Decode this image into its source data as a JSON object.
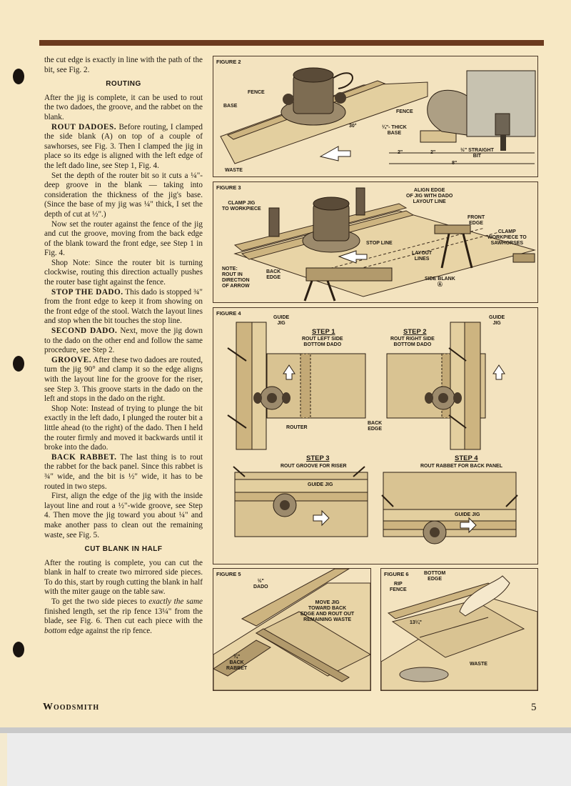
{
  "text": {
    "p0": "the cut edge is exactly in line with the path of the bit, see Fig. 2.",
    "h_routing": "ROUTING",
    "p1": "After the jig is complete, it can be used to rout the two dadoes, the groove, and the rabbet on the blank.",
    "p2_lead": "ROUT DADOES.",
    "p2": " Before routing, I clamped the side blank (A) on top of a couple of sawhorses, see Fig. 3. Then I clamped the jig in place so its edge is aligned with the left edge of the left dado line, see Step 1, Fig. 4.",
    "p3": "Set the depth of the router bit so it cuts a ¼\"-deep groove in the blank — taking into consideration the thickness of the jig's base. (Since the base of my jig was ¼\" thick, I set the depth of cut at ½\".)",
    "p4": "Now set the router against the fence of the jig and cut the groove, moving from the back edge of the blank toward the front edge, see Step 1 in Fig. 4.",
    "p5": "Shop Note: Since the router bit is turning clockwise, routing this direction actually pushes the router base tight against the fence.",
    "p6_lead": "STOP THE DADO.",
    "p6": " This dado is stopped ¾\" from the front edge to keep it from showing on the front edge of the stool. Watch the layout lines and stop when the bit touches the stop line.",
    "p7_lead": "SECOND DADO.",
    "p7": " Next, move the jig down to the dado on the other end and follow the same procedure, see Step 2.",
    "p8_lead": "GROOVE.",
    "p8": " After these two dadoes are routed, turn the jig 90° and clamp it so the edge aligns with the layout line for the groove for the riser, see Step 3. This groove starts in the dado on the left and stops in the dado on the right.",
    "p9": "Shop Note: Instead of trying to plunge the bit exactly in the left dado, I plunged the router bit a little ahead (to the right) of the dado. Then I held the router firmly and moved it backwards until it broke into the dado.",
    "p10_lead": "BACK RABBET.",
    "p10": " The last thing is to rout the rabbet for the back panel. Since this rabbet is ¾\" wide, and the bit is ½\" wide, it has to be routed in two steps.",
    "p11": "First, align the edge of the jig with the inside layout line and rout a ½\"-wide groove, see Step 4. Then move the jig toward you about ¼\" and make another pass to clean out the remaining waste, see Fig. 5.",
    "h_cut": "CUT BLANK IN HALF",
    "p12": "After the routing is complete, you can cut the blank in half to create two mirrored side pieces. To do this, start by rough cutting the blank in half with the miter gauge on the table saw.",
    "p13_a": "To get the two side pieces to ",
    "p13_em": "exactly the same",
    "p13_b": " finished length, set the rip fence 13¼\" from the blade, see Fig. 6. Then cut each piece with the ",
    "p13_em2": "bottom",
    "p13_c": " edge against the rip fence."
  },
  "fig2": {
    "label": "FIGURE 2",
    "fence": "FENCE",
    "base": "BASE",
    "angle": "30°",
    "waste": "WASTE",
    "fence_r": "FENCE",
    "thick_base": "¼\"- THICK\nBASE",
    "d1": "2\"",
    "d2": "2\"",
    "d3": "8\"",
    "bit": "½\" STRAIGHT\nBIT"
  },
  "fig3": {
    "label": "FIGURE 3",
    "clamp_jig": "CLAMP JIG\nTO WORKPIECE",
    "align": "ALIGN EDGE\nOF JIG WITH DADO\nLAYOUT LINE",
    "front_edge": "FRONT\nEDGE",
    "clamp_horses": "CLAMP\nWORKPIECE TO\nSAWHORSES",
    "stop_line": "STOP LINE",
    "layout_lines": "LAYOUT\nLINES",
    "note": "NOTE:\nROUT IN\nDIRECTION\nOF ARROW",
    "back_edge": "BACK\nEDGE",
    "side_blank": "SIDE BLANK\nⒶ"
  },
  "fig4": {
    "label": "FIGURE 4",
    "guide_jig_l": "GUIDE\nJIG",
    "guide_jig_r": "GUIDE\nJIG",
    "step1": "STEP 1",
    "step1_sub": "ROUT LEFT SIDE\nBOTTOM DADO",
    "step2": "STEP 2",
    "step2_sub": "ROUT RIGHT SIDE\nBOTTOM DADO",
    "router": "ROUTER",
    "back_edge": "BACK\nEDGE",
    "step3": "STEP 3",
    "step3_sub": "ROUT GROOVE FOR RISER",
    "step4": "STEP 4",
    "step4_sub": "ROUT RABBET FOR BACK PANEL",
    "guide_jig_3": "GUIDE JIG",
    "guide_jig_4": "GUIDE JIG"
  },
  "fig5": {
    "label": "FIGURE 5",
    "dado": "½\"\nDADO",
    "move": "MOVE JIG\nTOWARD BACK\nEDGE AND ROUT OUT\nREMAINING WASTE",
    "rabbet": "¾\"\nBACK\nRABBET"
  },
  "fig6": {
    "label": "FIGURE 6",
    "bottom_edge": "BOTTOM\nEDGE",
    "rip_fence": "RIP\nFENCE",
    "dim": "13¼\"",
    "waste": "WASTE"
  },
  "footer": {
    "magazine": "Woodsmith",
    "page": "5"
  }
}
